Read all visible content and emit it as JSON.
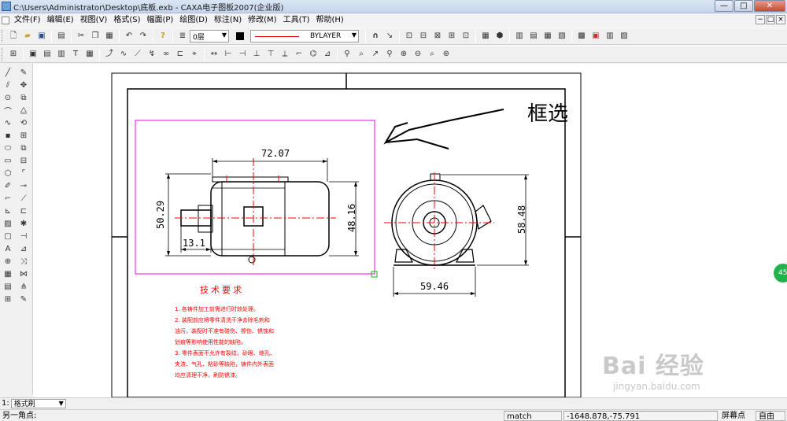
{
  "window": {
    "title": "C:\\Users\\Administrator\\Desktop\\底板.exb - CAXA电子图板2007(企业版)",
    "minimize": "—",
    "maximize": "□",
    "close": "✕"
  },
  "menu": {
    "items": [
      "文件(F)",
      "编辑(E)",
      "视图(V)",
      "格式(S)",
      "幅面(P)",
      "绘图(D)",
      "标注(N)",
      "修改(M)",
      "工具(T)",
      "帮助(H)"
    ],
    "mdi_controls": [
      "−",
      "□",
      "×"
    ]
  },
  "properties_toolbar": {
    "layer_value": "0层",
    "linetype_value": "BYLAYER",
    "color": "#000000"
  },
  "drawing": {
    "annotation_text": "框选",
    "dim_front_width": "72.07",
    "dim_front_height": "50.29",
    "dim_front_right": "48.16",
    "dim_shaft": "13.1",
    "dim_side_height": "58.48",
    "dim_side_width": "59.46",
    "notes_title": "技术要求",
    "notes_lines": [
      "1. 各铸件加工前需进行时效处理。",
      "2. 装配前应将零件清洗干净去除毛刺和",
      "油污，装配时不准有碰伤、擦伤、锈蚀和",
      "划痕等影响使用性能的缺陷。",
      "3. 零件表面不允许有裂纹、砂眼、缩孔、",
      "夹渣、气孔、粘砂等缺陷，铸件内外表面",
      "均应清理干净，刷防锈漆。"
    ],
    "line_color": "#000000",
    "center_color": "#ff0000",
    "selection_color": "#ff00ff",
    "text_color": "#ff0000"
  },
  "side_badge": "45",
  "watermark": {
    "logo": "Bai 经验",
    "url": "jingyan.baidu.com"
  },
  "command": {
    "number": "1:",
    "value": "格式刷"
  },
  "status": {
    "prompt": "另一角点:",
    "mode": "match",
    "coords": "-1648.878,-75.791",
    "snap_label": "屏幕点",
    "snap_value": "自由"
  }
}
